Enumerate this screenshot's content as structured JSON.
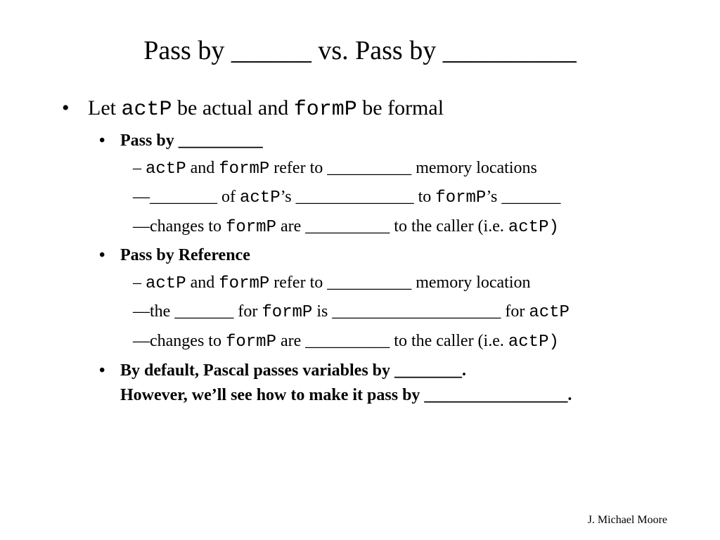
{
  "slide": {
    "title": "Pass by ______ vs. Pass by __________",
    "bullet_symbol": "•",
    "intro": {
      "t1": "Let ",
      "c1": "actP",
      "t2": " be actual and ",
      "c2": "formP",
      "t3": " be formal"
    },
    "section1": {
      "heading": "Pass by __________",
      "line1": {
        "t1": "– ",
        "c1": "actP",
        "t2": " and ",
        "c2": "formP",
        "t3": " refer to __________ memory locations"
      },
      "line2": {
        "t1": "—________ of ",
        "c1": "actP",
        "t2": "’s ______________ to ",
        "c2": "formP",
        "t3": "’s _______"
      },
      "line3": {
        "t1": "—changes to ",
        "c1": "formP",
        "t2": " are __________ to the caller (i.e. ",
        "c2": "actP)"
      }
    },
    "section2": {
      "heading": "Pass by Reference",
      "line1": {
        "t1": "– ",
        "c1": "actP",
        "t2": " and ",
        "c2": "formP",
        "t3": " refer to __________ memory location"
      },
      "line2": {
        "t1": "—the _______ for ",
        "c1": "formP",
        "t2": " is ____________________ for ",
        "c2": "actP"
      },
      "line3": {
        "t1": "—changes to ",
        "c1": "formP",
        "t2": " are __________ to the caller (i.e. ",
        "c2": "actP)"
      }
    },
    "section3": {
      "line1": "By default, Pascal passes variables by ________.",
      "line2": "However, we’ll see how to make it pass by _________________."
    },
    "footer": "J. Michael Moore"
  }
}
